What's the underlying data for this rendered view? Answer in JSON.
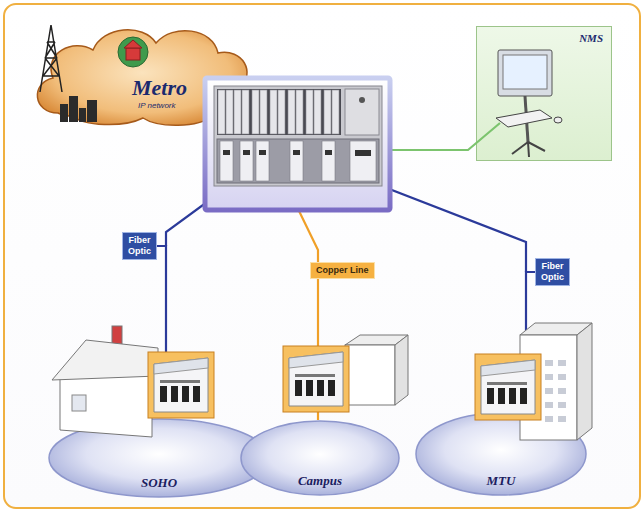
{
  "diagram": {
    "nodes": [
      {
        "text": [
          "Metro",
          "IP network"
        ]
      },
      {
        "text": [
          "NMS"
        ]
      },
      {
        "text": [
          "Fiber Optic"
        ]
      },
      {
        "text": [
          "Copper Line"
        ]
      },
      {
        "text": [
          "Fiber Optic"
        ]
      },
      {
        "text": [
          "SOHO"
        ]
      },
      {
        "text": [
          "Campus"
        ]
      },
      {
        "text": [
          "MTU"
        ]
      }
    ],
    "edges": [
      {
        "from": 2,
        "to": 5,
        "arrow": "none"
      },
      {
        "from": 3,
        "to": 6,
        "arrow": "none"
      },
      {
        "from": 4,
        "to": 7,
        "arrow": "none"
      }
    ]
  }
}
